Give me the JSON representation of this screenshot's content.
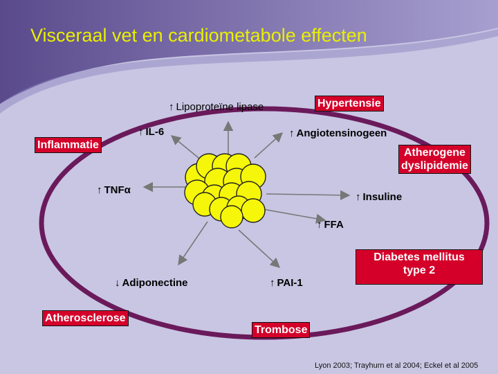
{
  "title": "Visceraal vet en cardiometabole effecten",
  "colors": {
    "background": "#c9c6e3",
    "title": "#e9f000",
    "ring": "#6a1a5a",
    "box": "#d4002a",
    "fat_cell": "#f6f60a"
  },
  "factors": {
    "lipoproteine_lipase": "Lipoproteïne lipase",
    "il6": "IL-6",
    "angiotensinogeen": "Angiotensinogeen",
    "tnf": "TNFα",
    "insuline": "Insuline",
    "ffa": "FFA",
    "adiponectine": "Adiponectine",
    "pai1": "PAI-1"
  },
  "arrow_symbols": {
    "up": "↑",
    "down": "↓"
  },
  "effects": {
    "hypertensie": "Hypertensie",
    "inflammatie": "Inflammatie",
    "atherogene_line1": "Atherogene",
    "atherogene_line2": "dyslipidemie",
    "diabetes_line1": "Diabetes mellitus",
    "diabetes_line2": "type 2",
    "atherosclerose": "Atherosclerose",
    "trombose": "Trombose"
  },
  "citation": "Lyon 2003; Trayhurn et al 2004; Eckel et al 2005"
}
